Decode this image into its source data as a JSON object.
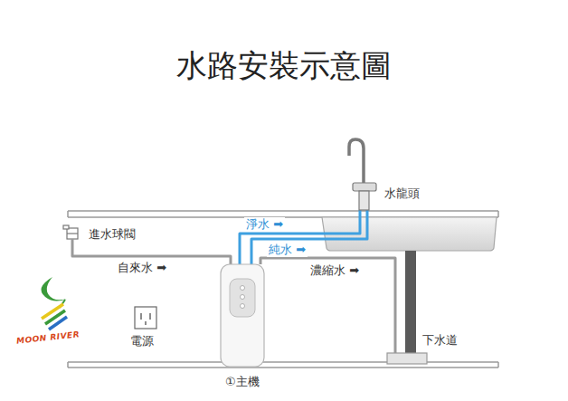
{
  "diagram": {
    "title": "水路安裝示意圖",
    "nodes": [
      {
        "text": [
          "進水球閥"
        ]
      },
      {
        "text": [
          "水龍頭"
        ]
      },
      {
        "text": [
          "①主機"
        ]
      },
      {
        "text": [
          "電源"
        ]
      },
      {
        "text": [
          "下水道"
        ]
      }
    ],
    "edges": [
      {
        "from": 0,
        "to": 2,
        "arrow": "none",
        "label": "自來水 ➡"
      },
      {
        "from": 2,
        "to": 1,
        "arrow": "none",
        "label": "淨水 ➡"
      },
      {
        "from": 2,
        "to": 1,
        "arrow": "none",
        "label": "純水 ➡"
      },
      {
        "from": 2,
        "to": 4,
        "arrow": "none",
        "label": "濃縮水 ➡"
      }
    ],
    "labels": [
      "MOON RIVER"
    ]
  }
}
